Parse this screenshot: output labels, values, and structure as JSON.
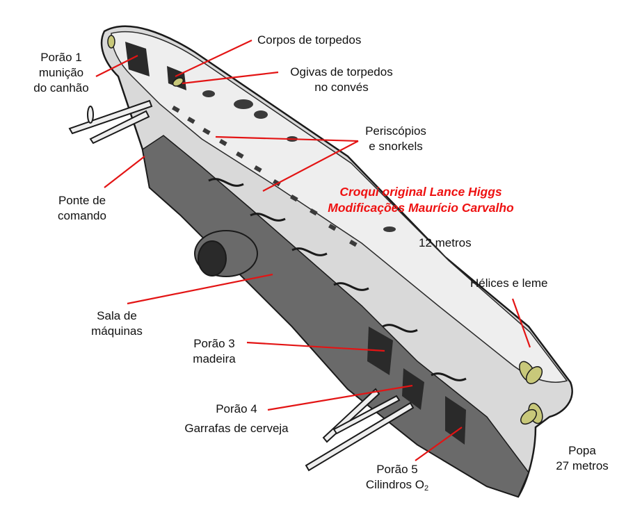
{
  "colors": {
    "leader": "#e31414",
    "credit": "#ee1111",
    "hull": "#d9d9d9",
    "hull_light": "#eeeeee",
    "shade": "#6a6a6a",
    "dark": "#2a2a2a",
    "propeller": "#c8c87a"
  },
  "labels": {
    "porao1_l1": "Porão 1",
    "porao1_l2": "munição",
    "porao1_l3": "do canhão",
    "corpos": "Corpos de torpedos",
    "ogivas_l1": "Ogivas de torpedos",
    "ogivas_l2": "no convés",
    "periscopios_l1": "Periscópios",
    "periscopios_l2": "e snorkels",
    "ponte_l1": "Ponte de",
    "ponte_l2": "comando",
    "metros12": "12 metros",
    "helices": "Hélices e leme",
    "sala_l1": "Sala de",
    "sala_l2": "máquinas",
    "porao3_l1": "Porão 3",
    "porao3_l2": "madeira",
    "porao4_l1": "Porão 4",
    "porao4_l2": "Garrafas de cerveja",
    "porao5_l1": "Porão 5",
    "porao5_l2": "Cilindros O",
    "porao5_sub": "2",
    "popa_l1": "Popa",
    "popa_l2": "27 metros"
  },
  "credits": {
    "line1": "Croqui original Lance Higgs",
    "line2": "Modificações Maurício Carvalho"
  }
}
